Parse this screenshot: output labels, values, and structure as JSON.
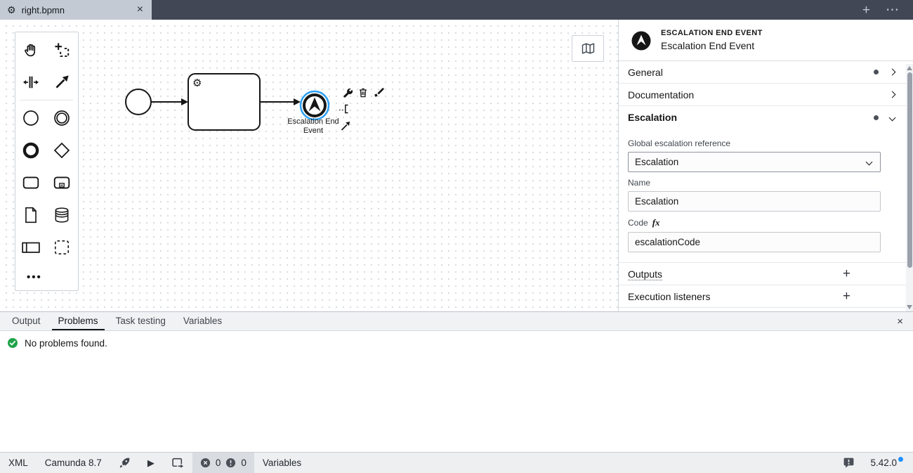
{
  "tabbar": {
    "tab_title": "right.bpmn",
    "gear_glyph": "⚙",
    "close_glyph": "×",
    "new_tab_glyph": "+",
    "overflow_glyph": "⋯"
  },
  "palette": {
    "ellipsis_glyph": "•••",
    "tools": [
      "hand-tool",
      "lasso-tool",
      "space-tool",
      "global-connect-tool",
      "create-start-event",
      "create-intermediate-event",
      "create-end-event",
      "create-gateway",
      "create-task",
      "create-subprocess",
      "create-data-object",
      "create-data-store",
      "create-participant",
      "create-group"
    ]
  },
  "diagram": {
    "task_marker_glyph": "⚙",
    "end_event_label": "Escalation End Event",
    "end_event_label_lines": [
      "Escalation End",
      "Event"
    ]
  },
  "properties": {
    "header_type": "ESCALATION END EVENT",
    "header_name": "Escalation End Event",
    "sections": {
      "general": "General",
      "documentation": "Documentation",
      "escalation": "Escalation",
      "outputs": "Outputs",
      "execution_listeners": "Execution listeners"
    },
    "fields": {
      "global_ref_label": "Global escalation reference",
      "global_ref_value": "Escalation",
      "name_label": "Name",
      "name_value": "Escalation",
      "code_label": "Code",
      "fx_glyph": "fx",
      "code_value": "escalationCode"
    },
    "add_glyph": "+"
  },
  "bottom_panel": {
    "tabs": [
      "Output",
      "Problems",
      "Task testing",
      "Variables"
    ],
    "active_tab": "Problems",
    "message": "No problems found.",
    "close_glyph": "×"
  },
  "statusbar": {
    "xml_label": "XML",
    "engine_label": "Camunda 8.7",
    "play_glyph": "▶",
    "error_count": "0",
    "warning_count": "0",
    "variables_label": "Variables",
    "version": "5.42.0"
  },
  "colors": {
    "selection": "#2b9ff5",
    "success": "#21a34a",
    "update_dot": "#1e90ff"
  }
}
